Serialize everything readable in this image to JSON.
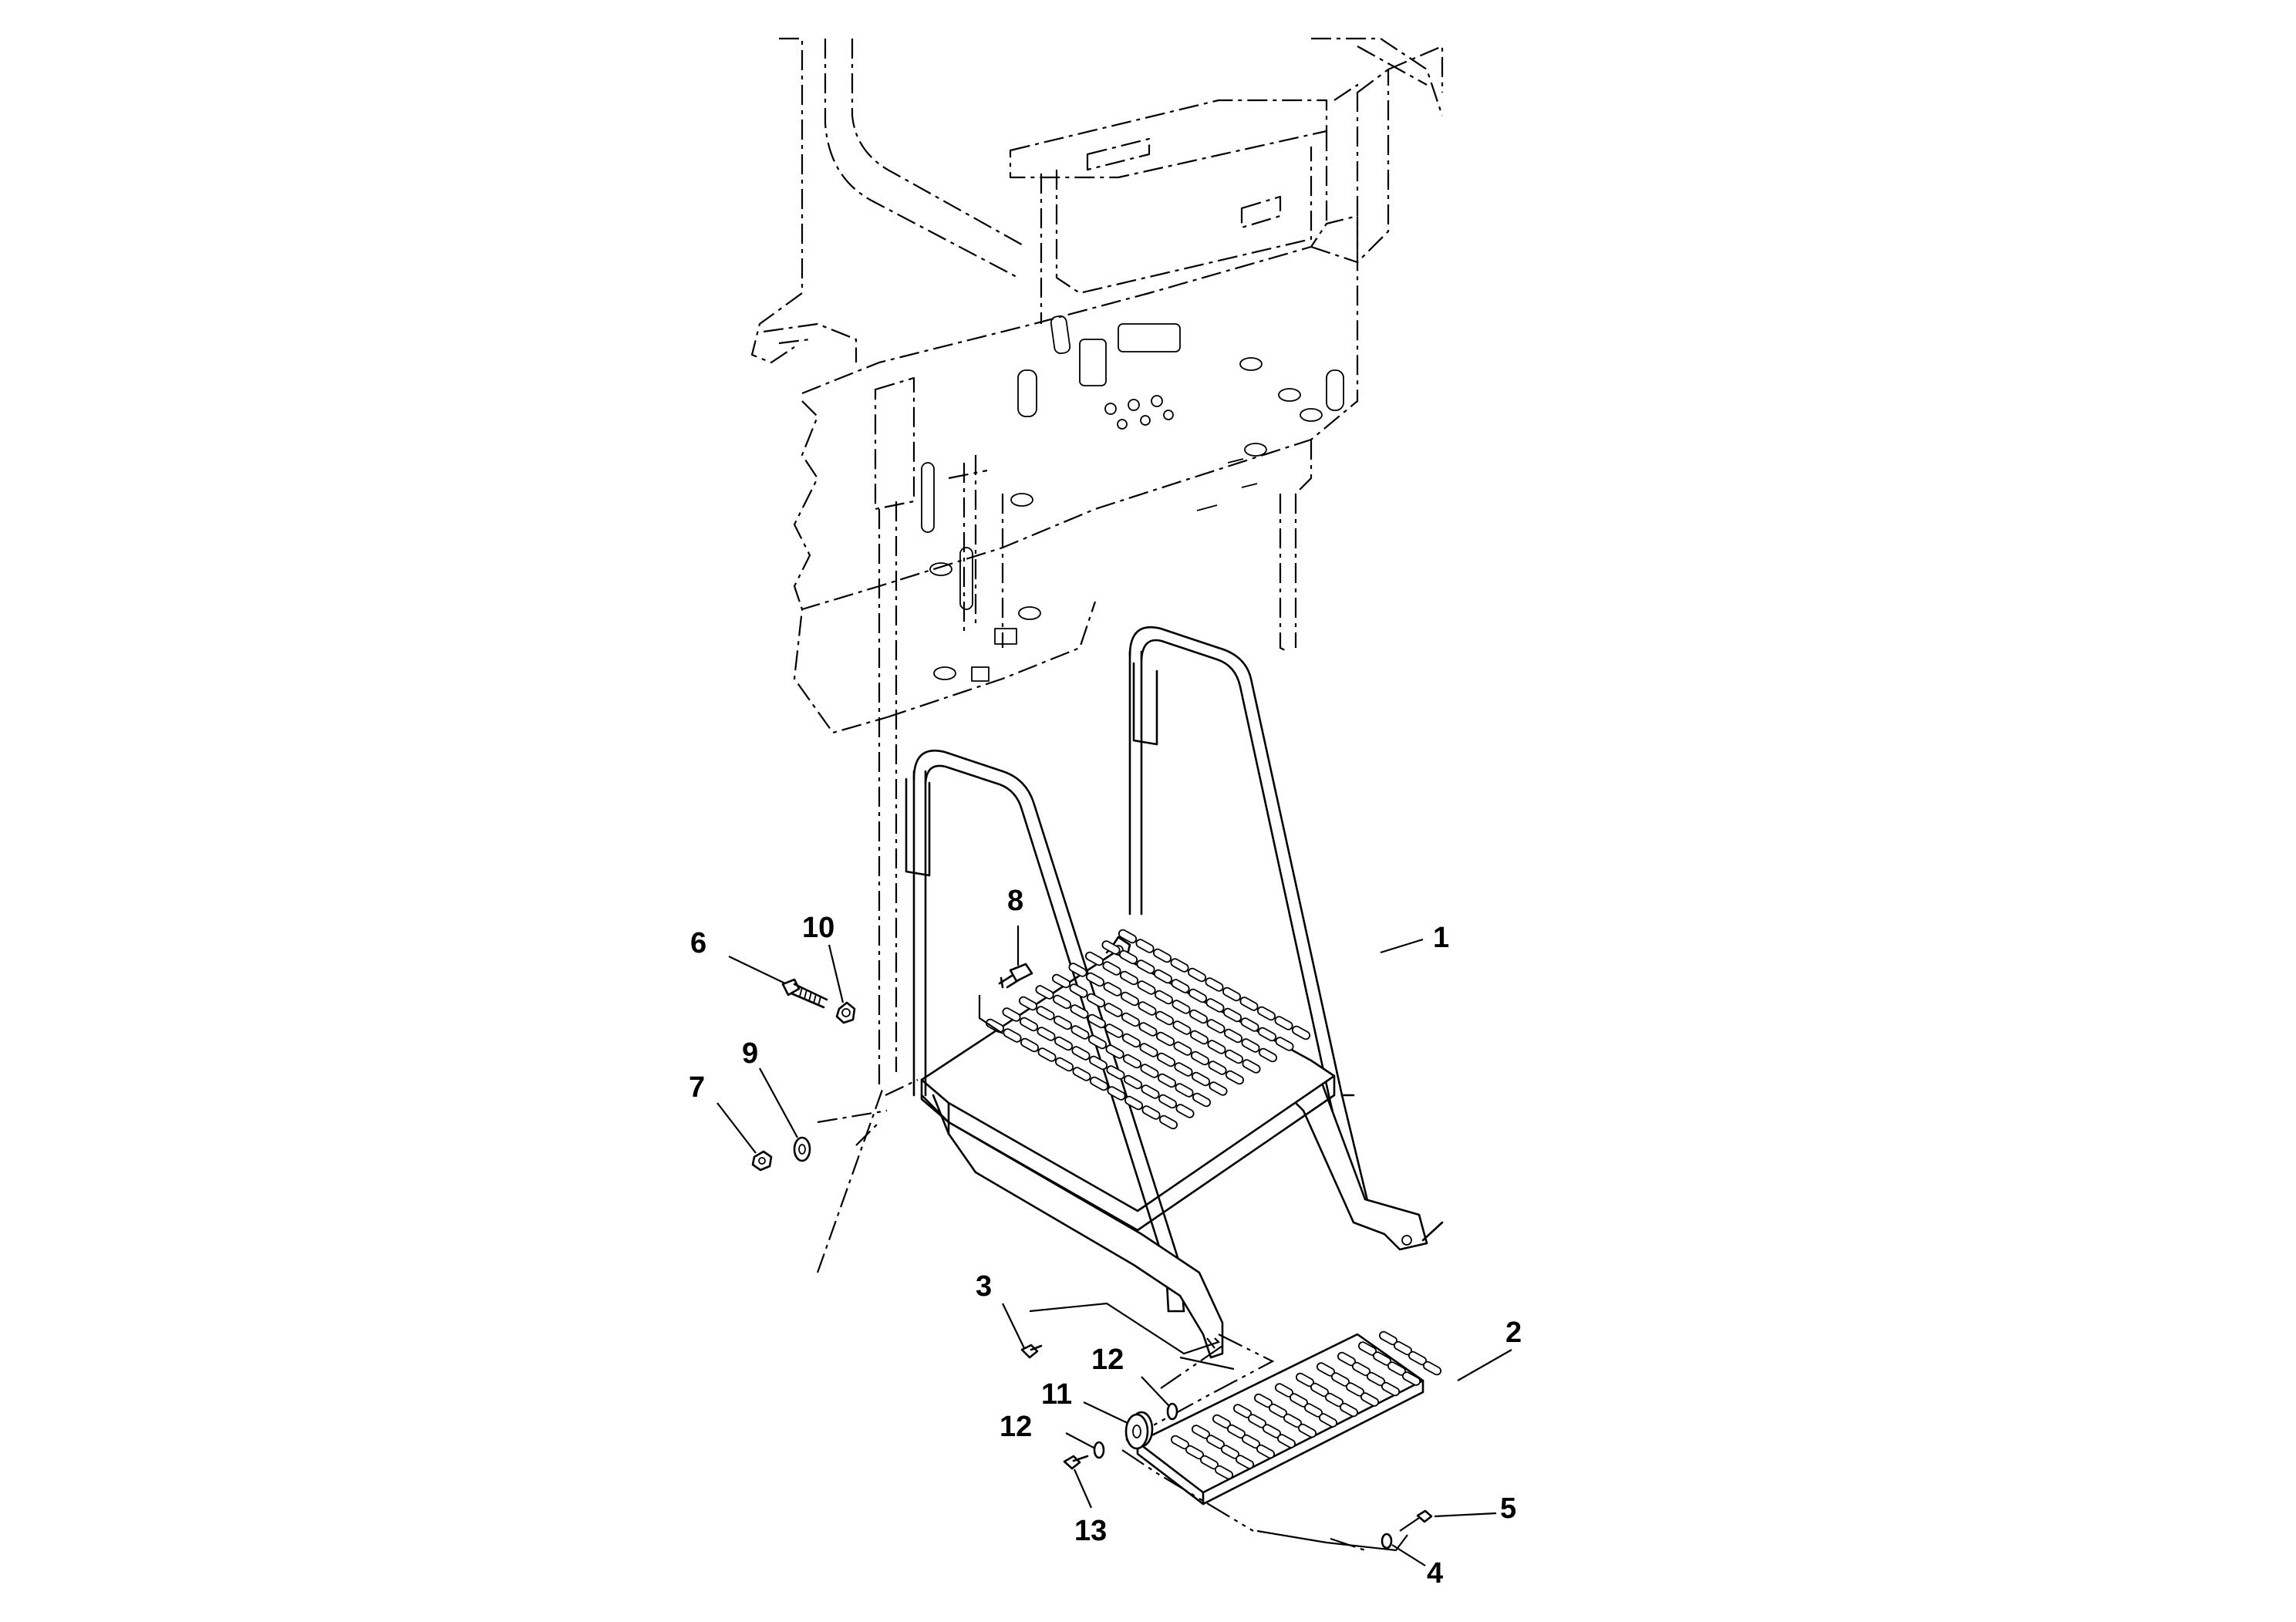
{
  "callouts": [
    {
      "id": "1",
      "text": "1"
    },
    {
      "id": "2",
      "text": "2"
    },
    {
      "id": "3",
      "text": "3"
    },
    {
      "id": "4",
      "text": "4"
    },
    {
      "id": "5",
      "text": "5"
    },
    {
      "id": "6",
      "text": "6"
    },
    {
      "id": "7",
      "text": "7"
    },
    {
      "id": "8",
      "text": "8"
    },
    {
      "id": "9",
      "text": "9"
    },
    {
      "id": "10",
      "text": "10"
    },
    {
      "id": "11",
      "text": "11"
    },
    {
      "id": "12a",
      "text": "12"
    },
    {
      "id": "12b",
      "text": "12"
    },
    {
      "id": "13",
      "text": "13"
    }
  ]
}
